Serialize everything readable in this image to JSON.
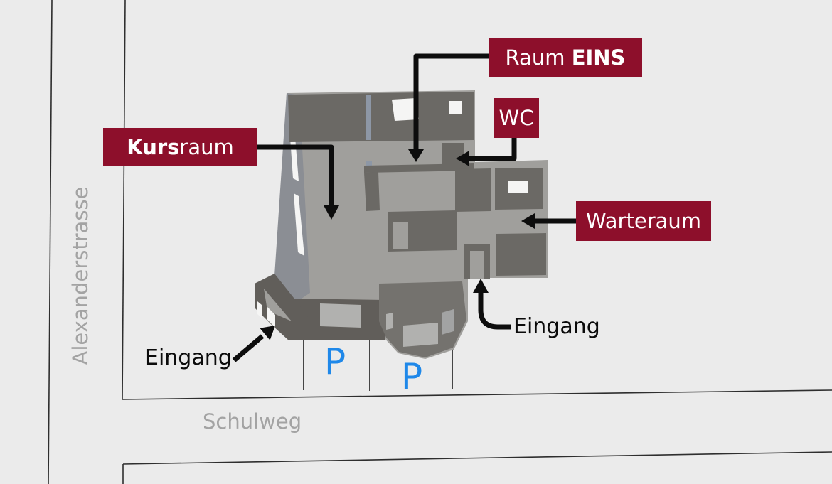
{
  "streets": {
    "left_street": "Alexanderstrasse",
    "bottom_street": "Schulweg"
  },
  "rooms": {
    "raum_eins": {
      "regular": "Raum ",
      "bold": "EINS"
    },
    "kursraum": {
      "bold": "Kurs",
      "regular": "raum"
    },
    "wc": "WC",
    "warteraum": "Warteraum"
  },
  "entrances": {
    "left": "Eingang",
    "right": "Eingang"
  },
  "parking": {
    "spot1": "P",
    "spot2": "P"
  },
  "colors": {
    "background": "#ebebeb",
    "label_bg": "#8d0f2b",
    "label_text": "#ffffff",
    "street_text": "#a3a3a3",
    "parking_blue": "#1f88e9",
    "arrow_black": "#0d0d0d",
    "building_wall": "#6b6965",
    "building_floor": "#a09f9c"
  }
}
